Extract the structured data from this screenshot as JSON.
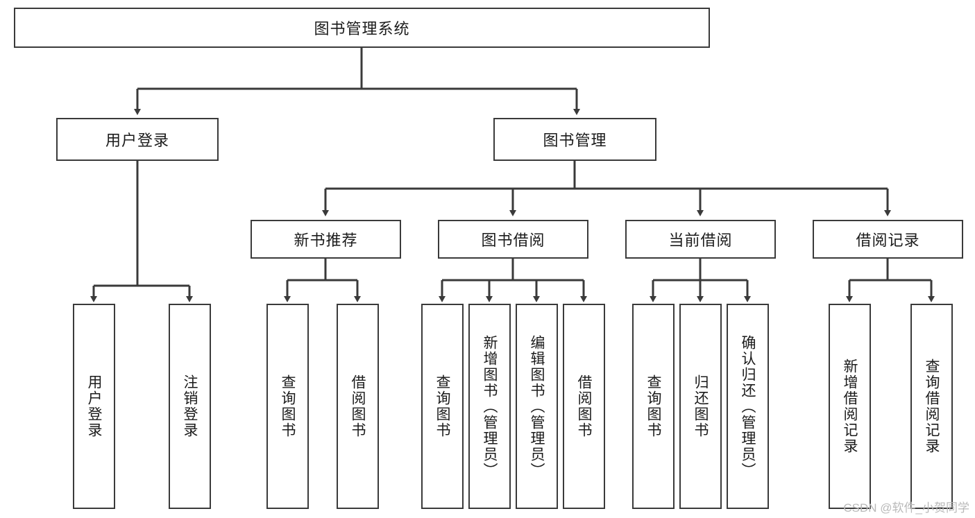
{
  "diagram": {
    "type": "tree-hierarchy-flowchart",
    "title": "图书管理系统",
    "orientation": "top-down",
    "colors": {
      "box_border": "#3a3a3a",
      "box_fill": "#ffffff",
      "edge": "#3a3a3a",
      "text": "#1b1b1b",
      "watermark": "#b9b9b9",
      "background": "#ffffff"
    },
    "levels": {
      "root": {
        "id": "root",
        "label": "图书管理系统",
        "text_direction": "horizontal"
      },
      "level2": [
        {
          "id": "user-login",
          "label": "用户登录",
          "text_direction": "horizontal"
        },
        {
          "id": "book-management",
          "label": "图书管理",
          "text_direction": "horizontal"
        }
      ],
      "level3": [
        {
          "id": "new-book-recommend",
          "label": "新书推荐",
          "parent": "book-management",
          "text_direction": "horizontal"
        },
        {
          "id": "book-borrow",
          "label": "图书借阅",
          "parent": "book-management",
          "text_direction": "horizontal"
        },
        {
          "id": "current-borrow",
          "label": "当前借阅",
          "parent": "book-management",
          "text_direction": "horizontal"
        },
        {
          "id": "borrow-record",
          "label": "借阅记录",
          "parent": "book-management",
          "text_direction": "horizontal"
        }
      ],
      "leaves": [
        {
          "id": "leaf-user-login",
          "label": "用户登录",
          "parent": "user-login",
          "text_direction": "vertical"
        },
        {
          "id": "leaf-logout-login",
          "label": "注销登录",
          "parent": "user-login",
          "text_direction": "vertical"
        },
        {
          "id": "leaf-query-book-rec",
          "label": "查询图书",
          "parent": "new-book-recommend",
          "text_direction": "vertical"
        },
        {
          "id": "leaf-borrow-book-rec",
          "label": "借阅图书",
          "parent": "new-book-recommend",
          "text_direction": "vertical"
        },
        {
          "id": "leaf-query-book-borrow",
          "label": "查询图书",
          "parent": "book-borrow",
          "text_direction": "vertical"
        },
        {
          "id": "leaf-add-book-admin",
          "label": "新增图书（管理员）",
          "parent": "book-borrow",
          "text_direction": "vertical"
        },
        {
          "id": "leaf-edit-book-admin",
          "label": "编辑图书（管理员）",
          "parent": "book-borrow",
          "text_direction": "vertical"
        },
        {
          "id": "leaf-borrow-book",
          "label": "借阅图书",
          "parent": "book-borrow",
          "text_direction": "vertical"
        },
        {
          "id": "leaf-query-book-current",
          "label": "查询图书",
          "parent": "current-borrow",
          "text_direction": "vertical"
        },
        {
          "id": "leaf-return-book",
          "label": "归还图书",
          "parent": "current-borrow",
          "text_direction": "vertical"
        },
        {
          "id": "leaf-confirm-return-admin",
          "label": "确认归还（管理员）",
          "parent": "current-borrow",
          "text_direction": "vertical"
        },
        {
          "id": "leaf-add-borrow-record",
          "label": "新增借阅记录",
          "parent": "borrow-record",
          "text_direction": "vertical"
        },
        {
          "id": "leaf-query-borrow-record",
          "label": "查询借阅记录",
          "parent": "borrow-record",
          "text_direction": "vertical"
        }
      ]
    },
    "watermark": "CSDN @软件_小贺同学"
  }
}
